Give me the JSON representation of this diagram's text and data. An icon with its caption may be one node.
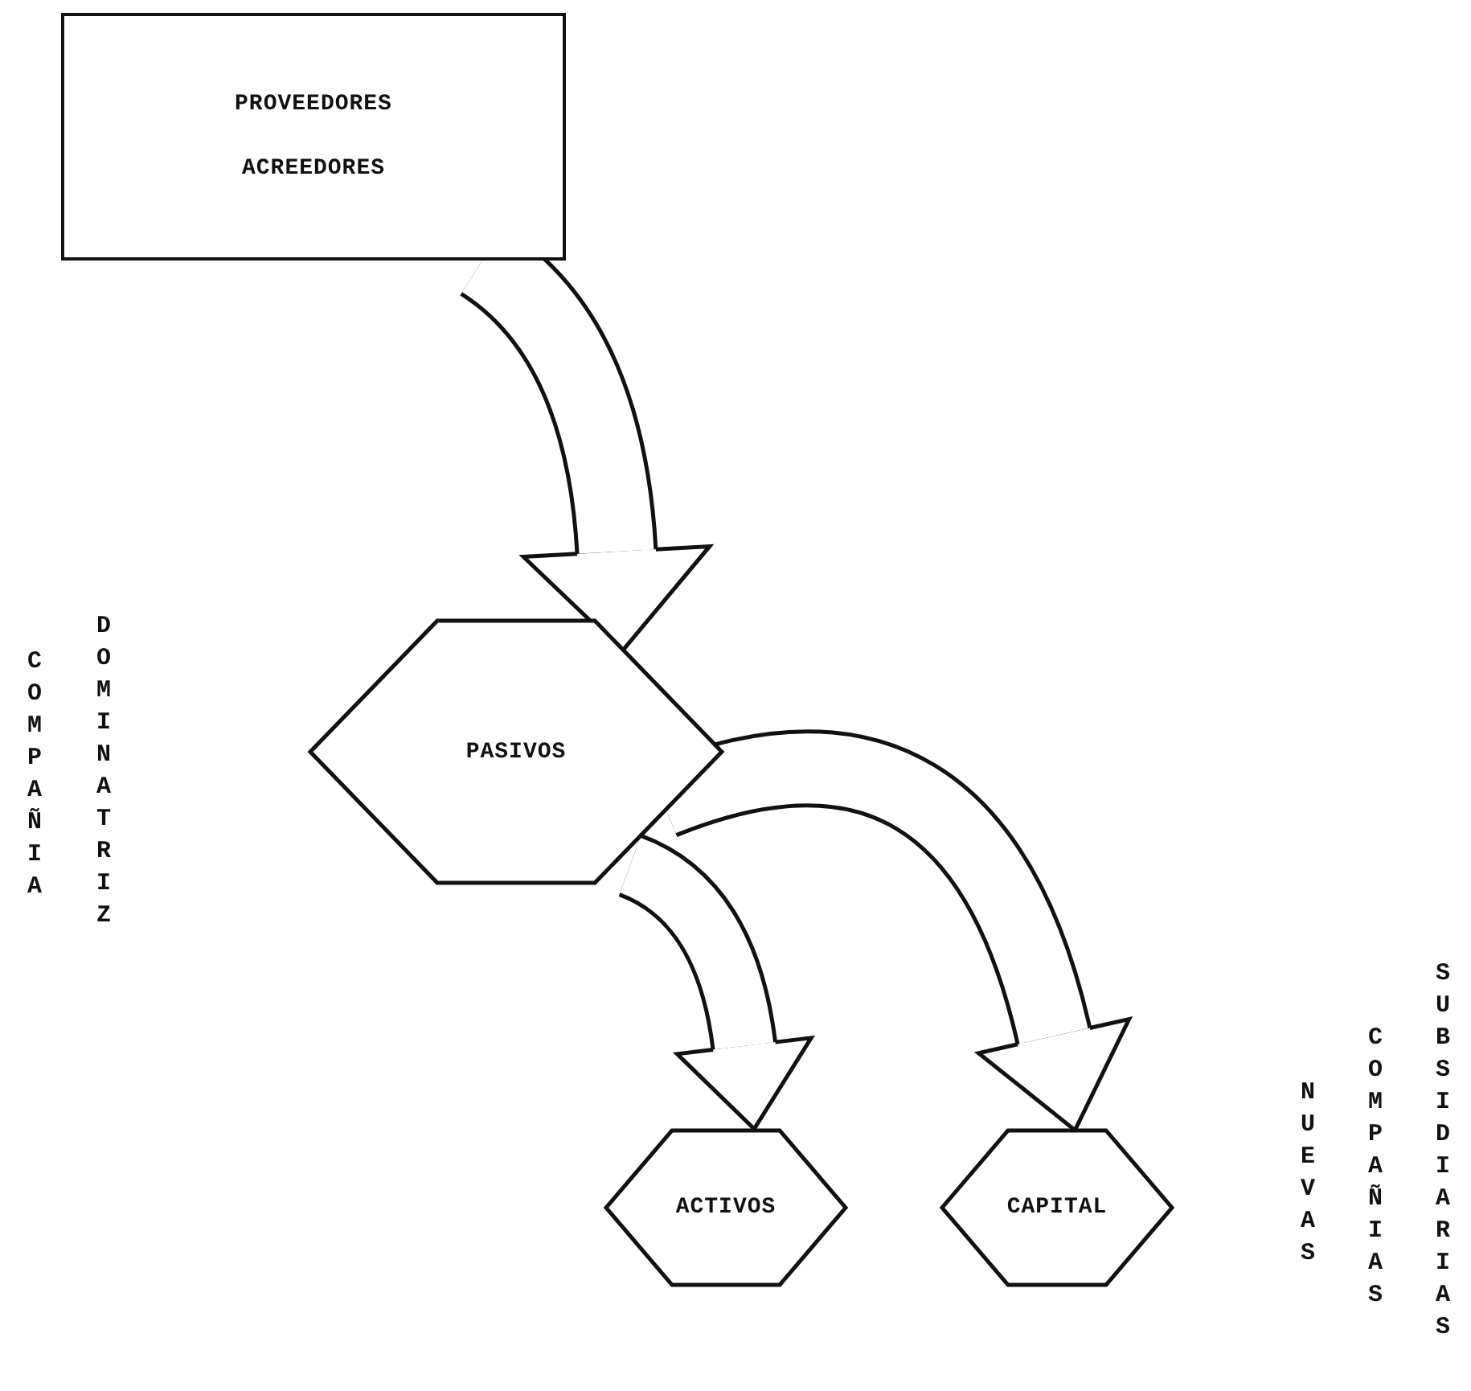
{
  "diagram": {
    "nodes": [
      {
        "text": [
          "PROVEEDORES",
          "ACREEDORES"
        ]
      },
      {
        "text": [
          "PASIVOS"
        ]
      },
      {
        "text": [
          "ACTIVOS"
        ]
      },
      {
        "text": [
          "CAPITAL"
        ]
      }
    ],
    "edges": [
      {
        "from": 0,
        "to": 1,
        "arrow": "to"
      },
      {
        "from": 1,
        "to": 3,
        "arrow": "to"
      },
      {
        "from": 1,
        "to": 2,
        "arrow": "to"
      }
    ],
    "labels": [
      "COMPAÑIA",
      "DOMINATRIZ",
      "NUEVAS",
      "COMPAÑIAS",
      "SUBSIDIARIAS"
    ]
  }
}
